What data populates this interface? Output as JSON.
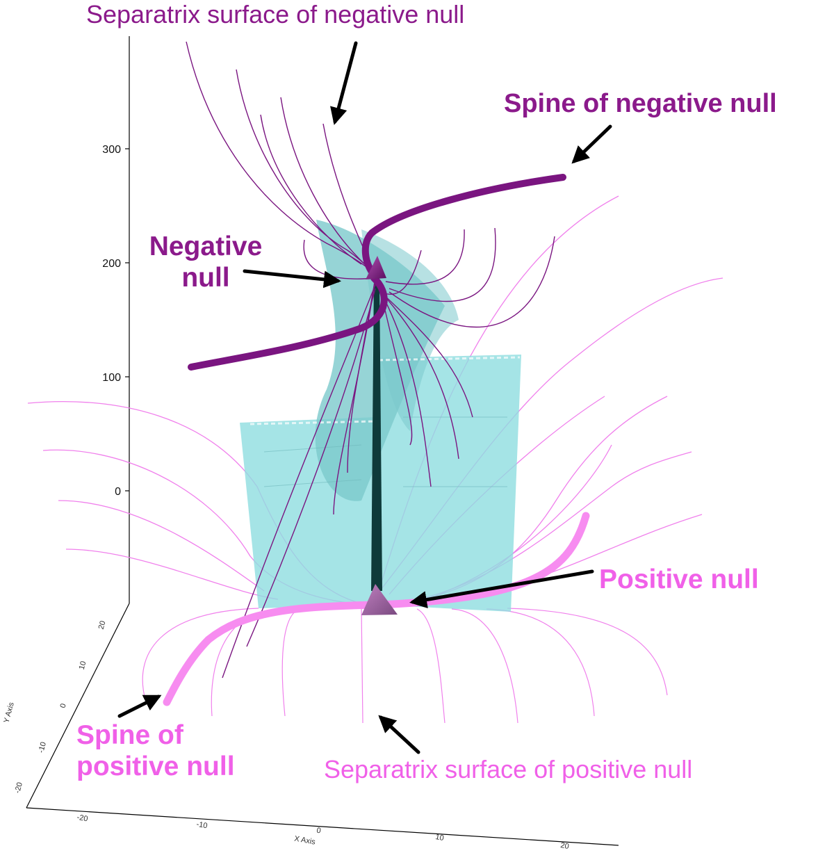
{
  "labels": {
    "separatrix_negative": "Separatrix surface of negative null",
    "spine_negative": "Spine of negative null",
    "negative_null_line1": "Negative",
    "negative_null_line2": "null",
    "positive_null": "Positive null",
    "spine_positive_line1": "Spine of",
    "spine_positive_line2": "positive null",
    "separatrix_positive": "Separatrix surface of positive null"
  },
  "axes": {
    "z_ticks": [
      "300",
      "200",
      "100",
      "0"
    ],
    "y_axis_label": "Y Axis",
    "y_ticks": [
      "20",
      "10",
      "0",
      "-10",
      "-20"
    ],
    "x_axis_label": "X Axis",
    "x_ticks": [
      "-20",
      "-10",
      "0",
      "10",
      "20"
    ]
  },
  "colors": {
    "negative": "#8b1a8b",
    "positive": "#f060e8",
    "surface": "#8fdde0",
    "null_line": "#0e3a3a",
    "arrow": "#000000"
  },
  "icons": [
    "null-marker-triangle",
    "arrow-icon"
  ]
}
